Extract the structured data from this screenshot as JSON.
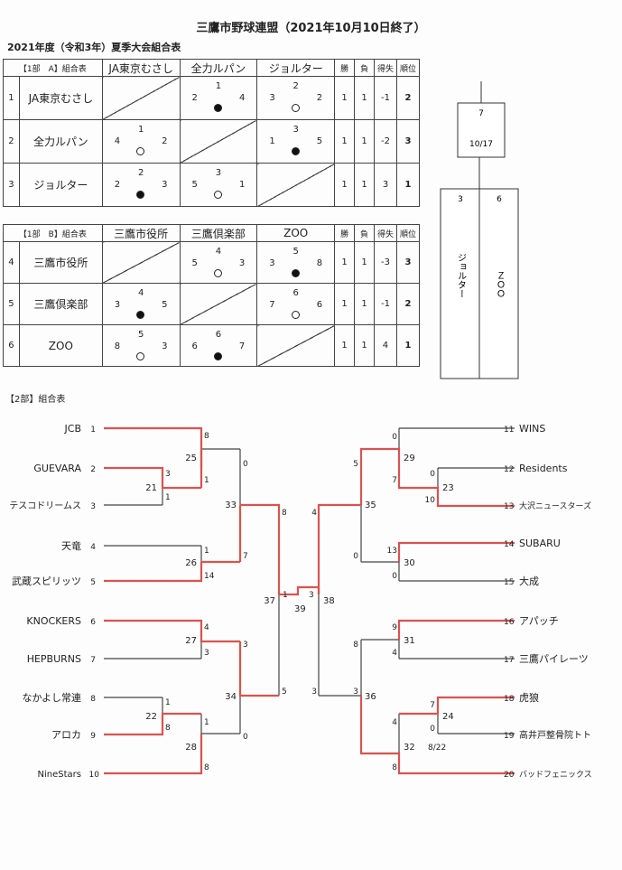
{
  "title": "三鷹市野球連盟（2021年10月10日終了）",
  "subtitle": "2021年度（令和3年）夏季大会組合表",
  "league_a": {
    "label": "【1部　A】組合表",
    "cols": [
      "JA東京むさし",
      "全力ルパン",
      "ジョルター"
    ],
    "stat_headers": [
      "勝",
      "負",
      "得失",
      "順位"
    ],
    "rows": [
      {
        "no": "1",
        "name": "JA東京むさし",
        "cells": [
          null,
          {
            "l": "2",
            "m": "1",
            "r": "4",
            "mark": "win"
          },
          {
            "l": "3",
            "m": "2",
            "r": "2",
            "mark": "lose"
          }
        ],
        "stats": [
          "1",
          "1",
          "-1",
          "2"
        ]
      },
      {
        "no": "2",
        "name": "全力ルパン",
        "cells": [
          {
            "l": "4",
            "m": "1",
            "r": "2",
            "mark": "lose"
          },
          null,
          {
            "l": "1",
            "m": "3",
            "r": "5",
            "mark": "win"
          }
        ],
        "stats": [
          "1",
          "1",
          "-2",
          "3"
        ]
      },
      {
        "no": "3",
        "name": "ジョルター",
        "cells": [
          {
            "l": "2",
            "m": "2",
            "r": "3",
            "mark": "win"
          },
          {
            "l": "5",
            "m": "3",
            "r": "1",
            "mark": "lose"
          },
          null
        ],
        "stats": [
          "1",
          "1",
          "3",
          "1"
        ]
      }
    ]
  },
  "league_b": {
    "label": "【1部　B】組合表",
    "cols": [
      "三鷹市役所",
      "三鷹倶楽部",
      "ZOO"
    ],
    "stat_headers": [
      "勝",
      "負",
      "得失",
      "順位"
    ],
    "rows": [
      {
        "no": "4",
        "name": "三鷹市役所",
        "cells": [
          null,
          {
            "l": "5",
            "m": "4",
            "r": "3",
            "mark": "lose"
          },
          {
            "l": "3",
            "m": "5",
            "r": "8",
            "mark": "win"
          }
        ],
        "stats": [
          "1",
          "1",
          "-3",
          "3"
        ]
      },
      {
        "no": "5",
        "name": "三鷹倶楽部",
        "cells": [
          {
            "l": "3",
            "m": "4",
            "r": "5",
            "mark": "win"
          },
          null,
          {
            "l": "7",
            "m": "6",
            "r": "6",
            "mark": "lose"
          }
        ],
        "stats": [
          "1",
          "1",
          "-1",
          "2"
        ]
      },
      {
        "no": "6",
        "name": "ZOO",
        "cells": [
          {
            "l": "8",
            "m": "5",
            "r": "3",
            "mark": "lose"
          },
          {
            "l": "6",
            "m": "6",
            "r": "7",
            "mark": "win"
          },
          null
        ],
        "stats": [
          "1",
          "1",
          "4",
          "1"
        ]
      }
    ]
  },
  "final_1": {
    "game": "7",
    "date": "10/17",
    "left_score": "3",
    "right_score": "6",
    "left_team": "ジョルター",
    "right_team": "ＺＯＯ"
  },
  "section2_label": "【2部】組合表",
  "teams": [
    {
      "no": "1",
      "name": "JCB"
    },
    {
      "no": "2",
      "name": "GUEVARA"
    },
    {
      "no": "3",
      "name": "テスコドリームス"
    },
    {
      "no": "4",
      "name": "天竜"
    },
    {
      "no": "5",
      "name": "武蔵スピリッツ"
    },
    {
      "no": "6",
      "name": "KNOCKERS"
    },
    {
      "no": "7",
      "name": "HEPBURNS"
    },
    {
      "no": "8",
      "name": "なかよし常連"
    },
    {
      "no": "9",
      "name": "アロカ"
    },
    {
      "no": "10",
      "name": "NineStars"
    },
    {
      "no": "11",
      "name": "WINS"
    },
    {
      "no": "12",
      "name": "Residents"
    },
    {
      "no": "13",
      "name": "大沢ニュースターズ"
    },
    {
      "no": "14",
      "name": "SUBARU"
    },
    {
      "no": "15",
      "name": "大成"
    },
    {
      "no": "16",
      "name": "アパッチ"
    },
    {
      "no": "17",
      "name": "三鷹パイレーツ"
    },
    {
      "no": "18",
      "name": "虎狼"
    },
    {
      "no": "19",
      "name": "高井戸整骨院トト"
    },
    {
      "no": "20",
      "name": "バッドフェニックス"
    }
  ],
  "bracket_labels": {
    "g21": "21",
    "g22": "22",
    "g23": "23",
    "g24": "24",
    "g25": "25",
    "g26": "26",
    "g27": "27",
    "g28": "28",
    "g29": "29",
    "g30": "30",
    "g31": "31",
    "g32": "32",
    "g33": "33",
    "g34": "34",
    "g35": "35",
    "g36": "36",
    "g37": "37",
    "g38": "38",
    "g39": "39",
    "date_8_22": "8/22",
    "s21a": "3",
    "s21b": "1",
    "s25a": "8",
    "s25b": "1",
    "s26a": "1",
    "s26b": "14",
    "s27a": "4",
    "s27b": "3",
    "s22a": "1",
    "s22b": "8",
    "s28a": "1",
    "s28b": "8",
    "s33a": "0",
    "s33b": "7",
    "s34a": "3",
    "s34b": "0",
    "s37a": "8",
    "s37b": "5",
    "s39a": "1",
    "s39b": "3",
    "s23a": "0",
    "s23b": "10",
    "s29a": "0",
    "s29b": "7",
    "s30a": "13",
    "s30b": "0",
    "s31a": "9",
    "s31b": "4",
    "s24a": "7",
    "s24b": "0",
    "s32a": "4",
    "s32b": "8",
    "s35a": "5",
    "s35b": "0",
    "s36a": "8",
    "s36b": "3",
    "s38a": "4",
    "s38b": "3"
  }
}
